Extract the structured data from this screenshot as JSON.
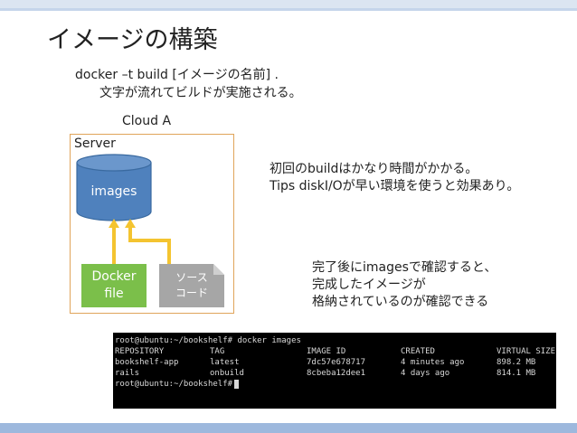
{
  "title": "イメージの構築",
  "command_line": "docker –t build [イメージの名前] .",
  "command_note": "文字が流れてビルドが実施される。",
  "cloud_label": "Cloud A",
  "diagram": {
    "server_label": "Server",
    "db_label": "images",
    "docker_file_line1": "Docker",
    "docker_file_line2": "file",
    "source_line1": "ソース",
    "source_line2": "コード",
    "colors": {
      "server_border": "#e0a45a",
      "db_fill": "#4f81bd",
      "arrow": "#f4c430",
      "docker_box": "#7bbf4a",
      "source_box": "#a6a6a6"
    }
  },
  "note1": {
    "line1": "初回のbuildはかなり時間がかかる。",
    "line2": "Tips diskI/Oが早い環境を使うと効果あり。"
  },
  "note2": {
    "line1": "完了後にimagesで確認すると、",
    "line2": "完成したイメージが",
    "line3": "格納されているのが確認できる"
  },
  "terminal": {
    "command": "root@ubuntu:~/bookshelf# docker images",
    "headers": [
      "REPOSITORY",
      "TAG",
      "IMAGE ID",
      "CREATED",
      "VIRTUAL SIZE"
    ],
    "rows": [
      [
        "bookshelf-app",
        "latest",
        "7dc57e678717",
        "4 minutes ago",
        "898.2 MB"
      ],
      [
        "rails",
        "onbuild",
        "8cbeba12dee1",
        "4 days ago",
        "814.1 MB"
      ]
    ],
    "prompt": "root@ubuntu:~/bookshelf#"
  }
}
